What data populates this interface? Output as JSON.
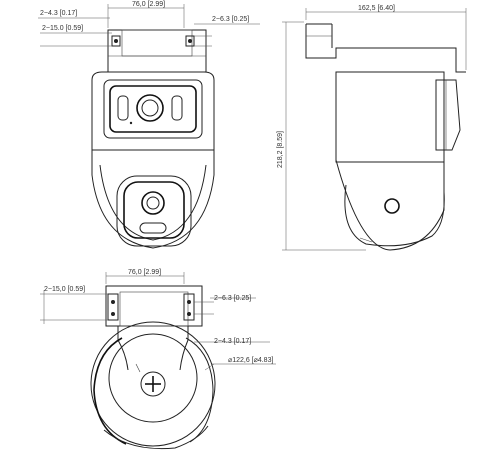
{
  "dimensions": {
    "front_top_width": "76,0 [2.99]",
    "front_hole_dia": "2−4.3 [0.17]",
    "front_hole_spacing": "2−15.0 [0.59]",
    "front_slot": "2−6.3 [0.25]",
    "side_depth": "162,5 [6.40]",
    "side_height": "218,2 [8.59]",
    "bottom_top_width": "76,0 [2.99]",
    "bottom_hole_spacing": "2−15,0 [0.59]",
    "bottom_slot": "2−6.3 [0.25]",
    "bottom_hole_dia": "2−4.3 [0.17]",
    "bottom_diameter": "⌀122,6 [⌀4.83]"
  }
}
